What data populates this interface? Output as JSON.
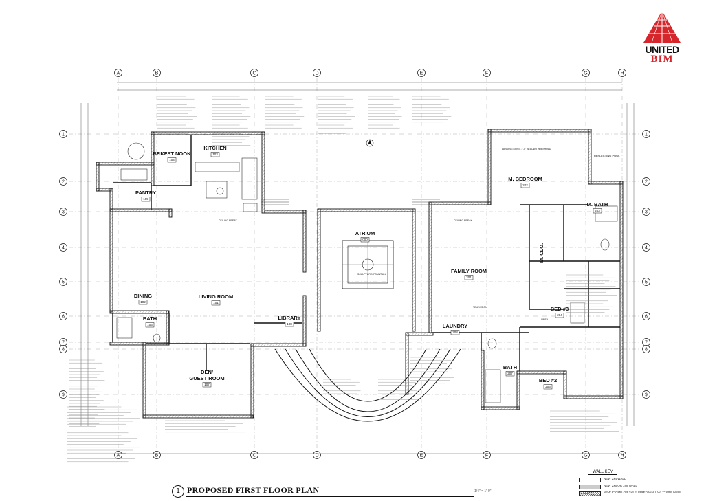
{
  "brand": {
    "line1": "UNITED",
    "line2": "BIM",
    "accent": "#d7262b"
  },
  "plan_title": {
    "number": "1",
    "text": "PROPOSED FIRST FLOOR PLAN",
    "scale": "1/4\" = 1'-0\""
  },
  "grid": {
    "columns": [
      "A",
      "B",
      "C",
      "D",
      "E",
      "F",
      "G",
      "H"
    ],
    "rows": [
      "1",
      "2",
      "3",
      "4",
      "5",
      "6",
      "7",
      "8",
      "9"
    ]
  },
  "rooms": [
    {
      "name": "KITCHEN",
      "num": "103"
    },
    {
      "name": "BRKFST NOOK",
      "num": "104"
    },
    {
      "name": "PANTRY",
      "num": "105"
    },
    {
      "name": "DINING",
      "num": "102"
    },
    {
      "name": "BATH",
      "num": "106"
    },
    {
      "name": "LIVING ROOM",
      "num": "101"
    },
    {
      "name": "LIBRARY",
      "num": "108"
    },
    {
      "name": "DEN/",
      "num": ""
    },
    {
      "name": "GUEST ROOM",
      "num": "107"
    },
    {
      "name": "ATRIUM",
      "num": "000"
    },
    {
      "name": "FAMILY ROOM",
      "num": "201"
    },
    {
      "name": "LAUNDRY",
      "num": "208"
    },
    {
      "name": "BATH",
      "num": "207"
    },
    {
      "name": "BED #2",
      "num": "206"
    },
    {
      "name": "BED #3",
      "num": "204"
    },
    {
      "name": "M. BEDROOM",
      "num": "202"
    },
    {
      "name": "M. BATH",
      "num": "203"
    },
    {
      "name": "M. CLO.",
      "num": ""
    }
  ],
  "wall_key": {
    "title": "WALL KEY",
    "items": [
      "NEW 2x4 WALL",
      "NEW 2x6 OR 2x8 WALL",
      "NEW 8\" CMU OR 2x4 FURRED WALL W/ 1\" XPS INSUL."
    ]
  },
  "labels": {
    "sculpture": "SCULPTURE/ FOUNTAIN",
    "ceiling_break": "CEILING BREAK",
    "landing": "LANDING LEVEL 1'-0\" BELOW THRESHOLD",
    "reflecting_pool": "REFLECTING POOL",
    "television": "TELEVISION",
    "linen": "LINEN"
  }
}
